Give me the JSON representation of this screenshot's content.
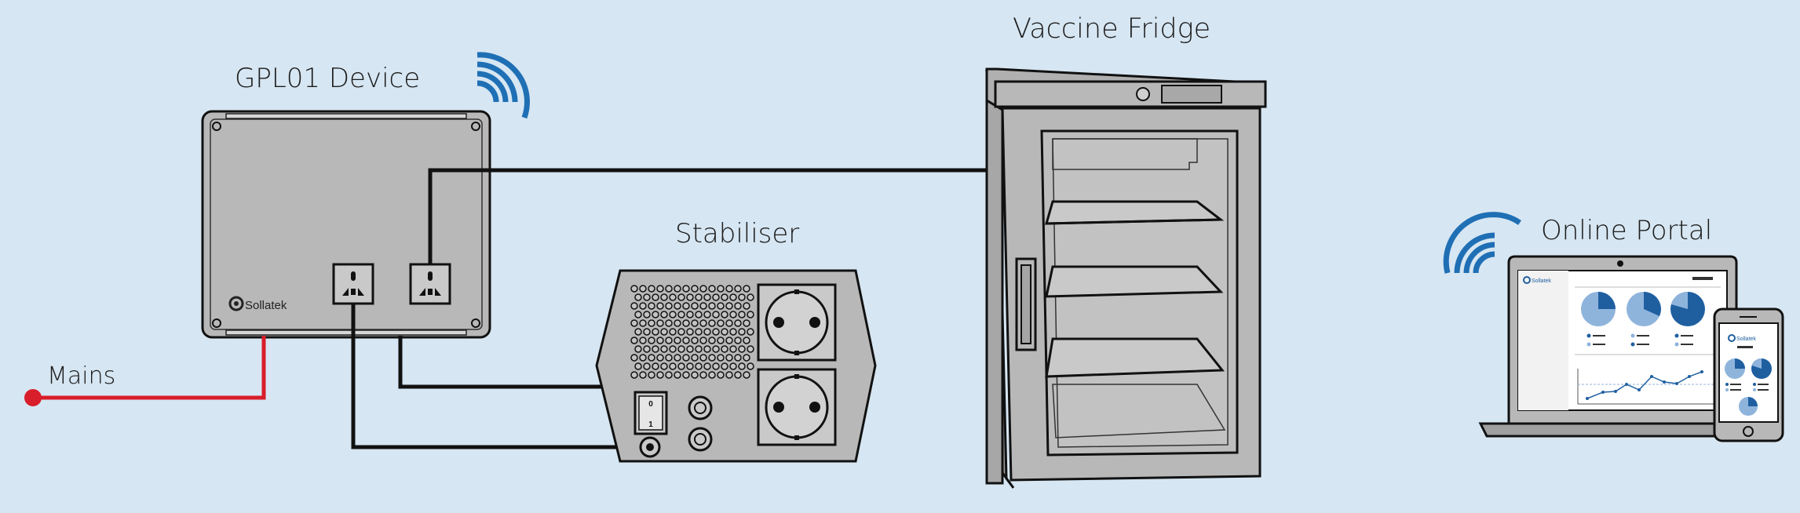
{
  "labels": {
    "gpl01_device": "GPL01 Device",
    "vaccine_fridge": "Vaccine Fridge",
    "stabiliser": "Stabiliser",
    "online_portal": "Online Portal",
    "mains": "Mains"
  },
  "brand": {
    "device_logo": "Sollatek",
    "laptop_logo": "Sollatek",
    "phone_logo": "Sollatek"
  },
  "stabiliser_switch": {
    "on": "1",
    "off": "0"
  },
  "colors": {
    "background": "#d6e6f2",
    "device_gray": "#b8b8b8",
    "cable": "#111111",
    "mains_cable": "#d81e2a",
    "wifi": "#1f6fb5",
    "chart_dark": "#1f5fa0",
    "chart_light": "#8fb4dc"
  },
  "icons": [
    "wifi-icon",
    "wifi-icon",
    "universal-socket-icon",
    "schuko-socket-icon",
    "power-switch-icon"
  ]
}
